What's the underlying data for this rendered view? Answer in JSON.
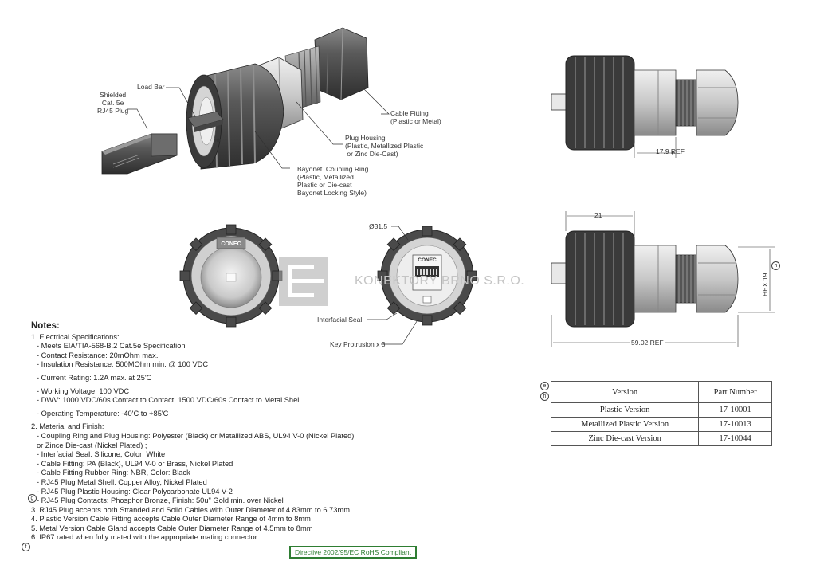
{
  "labels": {
    "shielded_plug": "Shielded\nCat. 5e\nRJ45 Plug",
    "load_bar": "Load Bar",
    "cable_fitting": "Cable Fitting\n(Plastic or Metal)",
    "plug_housing": "Plug Housing\n(Plastic, Metallized Plastic\n or Zinc Die-Cast)",
    "bayonet": "Bayonet  Coupling Ring\n(Plastic, Metallized\nPlastic or Die-cast\nBayonet Locking Style)",
    "diameter": "Ø31.5",
    "interfacial_seal": "Interfacial Seal",
    "key_protrusion": "Key Protrusion x 3",
    "dim_17_9": "17.9 REF",
    "dim_21": "21",
    "dim_hex": "HEX 19",
    "dim_59_02": "59.02 REF",
    "connector_mark_left": "CONEC",
    "connector_mark_right": "CONEC"
  },
  "watermark": "KONEKTORY BRNO S.R.O.",
  "revision_marks": {
    "h": "h",
    "e": "e",
    "g": "g",
    "f": "f"
  },
  "notes": {
    "title": "Notes:",
    "lines": [
      {
        "t": "1. Electrical Specifications:",
        "lvl": 1
      },
      {
        "t": "- Meets EIA/TIA-568-B.2 Cat.5e Specification",
        "lvl": 2
      },
      {
        "t": "- Contact Resistance: 20mOhm max.",
        "lvl": 2
      },
      {
        "t": "- Insulation Resistance: 500MOhm min. @ 100 VDC",
        "lvl": 2
      },
      {
        "t": "",
        "lvl": 0
      },
      {
        "t": "- Current Rating: 1.2A max. at 25'C",
        "lvl": 2
      },
      {
        "t": "",
        "lvl": 0
      },
      {
        "t": "- Working Voltage: 100 VDC",
        "lvl": 2
      },
      {
        "t": "- DWV: 1000 VDC/60s Contact to Contact, 1500 VDC/60s Contact to Metal Shell",
        "lvl": 2
      },
      {
        "t": "",
        "lvl": 0
      },
      {
        "t": "- Operating Temperature: -40'C to +85'C",
        "lvl": 2
      },
      {
        "t": "",
        "lvl": 0
      },
      {
        "t": "2. Material and Finish:",
        "lvl": 1
      },
      {
        "t": "- Coupling Ring and Plug Housing: Polyester (Black) or Metallized ABS, UL94 V-0 (Nickel Plated)",
        "lvl": 2
      },
      {
        "t": "  or Zince Die-cast (Nickel Plated) ;",
        "lvl": 2
      },
      {
        "t": "- Interfacial Seal: Silicone, Color: White",
        "lvl": 2
      },
      {
        "t": "- Cable Fitting: PA (Black), UL94 V-0 or Brass, Nickel Plated",
        "lvl": 2
      },
      {
        "t": "- Cable Fitting Rubber Ring: NBR, Color: Black",
        "lvl": 2
      },
      {
        "t": "- RJ45 Plug Metal Shell: Copper Alloy, Nickel Plated",
        "lvl": 2
      },
      {
        "t": "- RJ45 Plug Plastic Housing: Clear Polycarbonate UL94 V-2",
        "lvl": 2
      },
      {
        "t": "- RJ45 Plug Contacts: Phosphor Bronze, Finish: 50u\" Gold min. over Nickel",
        "lvl": 2
      },
      {
        "t": "3. RJ45 Plug accepts both Stranded and Solid Cables with Outer Diameter of 4.83mm to 6.73mm",
        "lvl": 1
      },
      {
        "t": "4. Plastic Version Cable Fitting accepts Cable Outer Diameter Range of 4mm to 8mm",
        "lvl": 1
      },
      {
        "t": "5. Metal Version Cable Gland accepts Cable Outer Diameter Range of 4.5mm to 8mm",
        "lvl": 1
      },
      {
        "t": "6. IP67 rated when fully mated with the appropriate mating connector",
        "lvl": 1
      }
    ]
  },
  "table": {
    "headers": [
      "Version",
      "Part  Number"
    ],
    "rows": [
      [
        "Plastic Version",
        "17-10001"
      ],
      [
        "Metallized Plastic Version",
        "17-10013"
      ],
      [
        "Zinc Die-cast Version",
        "17-10044"
      ]
    ]
  },
  "rohs": "Directive 2002/95/EC RoHS Compliant"
}
